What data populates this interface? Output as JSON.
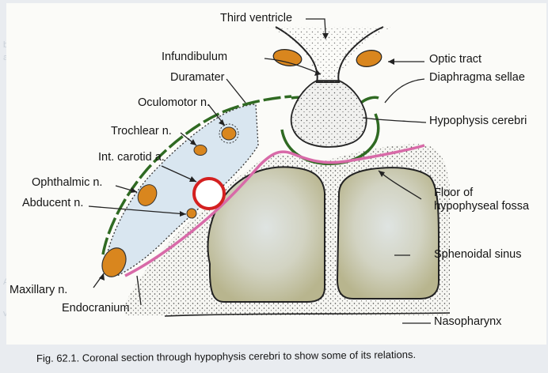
{
  "labels": {
    "third_ventricle": "Third ventricle",
    "infundibulum": "Infundibulum",
    "optic_tract": "Optic tract",
    "duramater": "Duramater",
    "diaphragma_sellae": "Diaphragma sellae",
    "oculomotor": "Oculomotor n.",
    "hypophysis_cerebri": "Hypophysis cerebri",
    "trochlear": "Trochlear n.",
    "int_carotid": "Int. carotid a.",
    "ophthalmic": "Ophthalmic n.",
    "floor_line1": "Floor of",
    "floor_line2": "hypophyseal fossa",
    "abducent": "Abducent n.",
    "sphenoidal_sinus": "Sphenoidal sinus",
    "maxillary": "Maxillary n.",
    "endocranium": "Endocranium",
    "nasopharynx": "Nasopharynx"
  },
  "caption": "Fig. 62.1. Coronal section through hypophysis cerebri to show some of its relations.",
  "colors": {
    "dura": "#2f6a22",
    "endocranium": "#d86aa8",
    "nerve_fill": "#d9861e",
    "carotid": "#d42020",
    "sinus_fill": "#cdd5d6",
    "sinus_wash": "#c8c4a0",
    "cavernous_fill": "#d9e6f0",
    "paper": "#fbfbf8",
    "page_bg": "#e9ecf0"
  }
}
